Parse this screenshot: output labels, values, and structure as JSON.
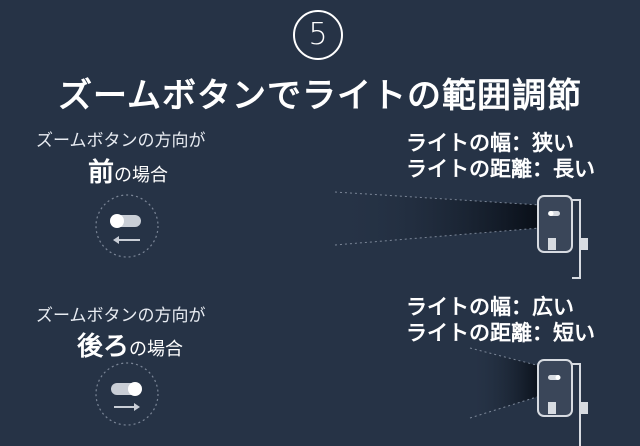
{
  "step_number": "5",
  "title": "ズームボタンでライトの範囲調節",
  "section_front": {
    "line1": "ズームボタンの方向が",
    "emphasis": "前",
    "suffix": "の場合",
    "result_line1": "ライトの幅：狭い",
    "result_line2": "ライトの距離：長い"
  },
  "section_back": {
    "line1": "ズームボタンの方向が",
    "emphasis": "後ろ",
    "suffix": "の場合",
    "result_line1": "ライトの幅：広い",
    "result_line2": "ライトの距離：短い"
  },
  "colors": {
    "background": "#263346",
    "text": "#ffffff",
    "dotted": "#7b8697"
  }
}
